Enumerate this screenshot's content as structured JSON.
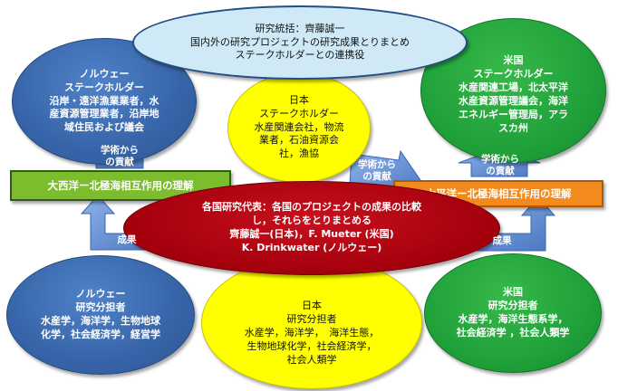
{
  "center_top": [
    "研究統括：齊藤誠一",
    "国内外の研究プロジェクトの研究成果とりまとめ",
    "ステークホルダーとの連携役"
  ],
  "stakeholders": {
    "norway": [
      "ノルウェー",
      "ステークホルダー",
      "沿岸・遠洋漁業業者，水",
      "産資源管理業者，沿岸地",
      "域住民および議会"
    ],
    "japan": [
      "日本",
      "ステークホルダー",
      "水産関連会社，物流",
      "業者，石油資源会",
      "社，漁協"
    ],
    "usa": [
      "米国",
      "ステークホルダー",
      "水産関連工場，北太平洋",
      "水産資源管理議会，海洋",
      "エネルギー管理局，アラ",
      "スカ州"
    ]
  },
  "bars": {
    "atlantic": "大西洋ー北極海相互作用の理解",
    "pacific": "太平洋ー北極海相互作用の理解"
  },
  "arrow_labels": {
    "contribution_left": [
      "学術から",
      "の貢献"
    ],
    "contribution_mid": [
      "学術から",
      "の貢献"
    ],
    "contribution_right": [
      "学術から",
      "の貢献"
    ],
    "result_left": "成果",
    "result_right": "成果"
  },
  "representatives": [
    "各国研究代表：各国のプロジェクトの成果の比較",
    "し，それらをとりまとめる",
    "齊藤誠一(日本)，F. Mueter (米国)",
    "K. Drinkwater (ノルウェー)"
  ],
  "researchers": {
    "norway": [
      "ノルウェー",
      "研究分担者",
      "水産学，海洋学，生物地球",
      "化学，社会経済学，経営学"
    ],
    "japan": [
      "日本",
      "研究分担者",
      "水産学，海洋学，　海洋生態，",
      "生物地球化学，社会経済学，",
      "社会人類学"
    ],
    "usa": [
      "米国",
      "研究分担者",
      "水産学，海洋生態系学，",
      "社会経済学 ，社会人類学"
    ]
  },
  "colors": {
    "blue": "#3764a8",
    "yellow": "#ffff00",
    "green": "#20a13a",
    "cyan": "#cfe9f6",
    "red": "#a3000c",
    "atlantic_bar": "#7cbd2e",
    "pacific_bar": "#f28a1e",
    "arrow": "#5b86cc"
  }
}
